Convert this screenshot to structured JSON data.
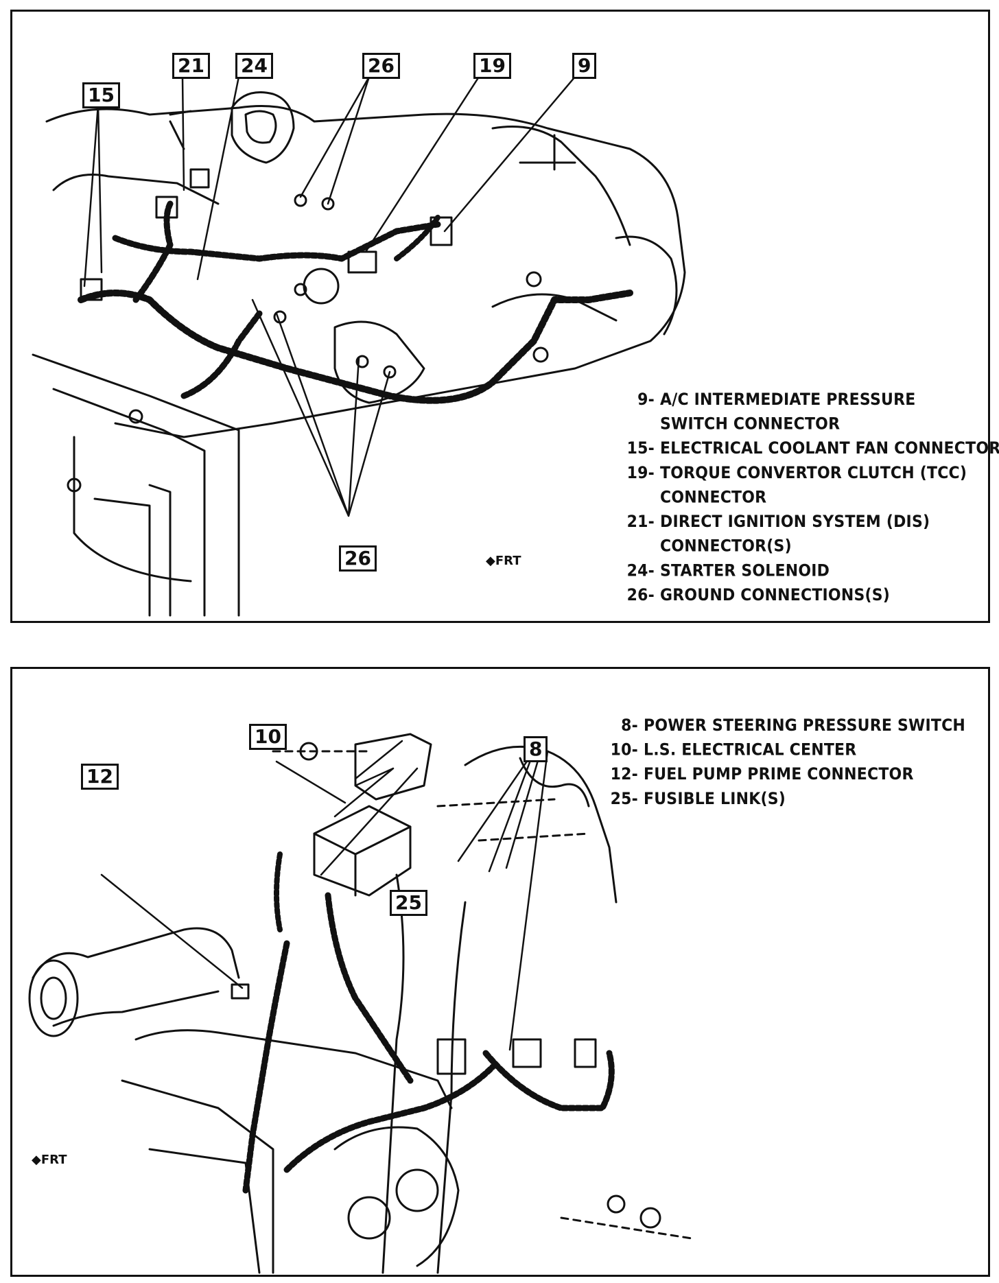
{
  "top": {
    "callouts": {
      "c15": "15",
      "c21": "21",
      "c24": "24",
      "c26a": "26",
      "c19": "19",
      "c9": "9",
      "c26b": "26"
    },
    "legend": [
      {
        "num": "9-",
        "text": "A/C INTERMEDIATE PRESSURE",
        "cont": "SWITCH CONNECTOR"
      },
      {
        "num": "15-",
        "text": "ELECTRICAL COOLANT FAN CONNECTOR"
      },
      {
        "num": "19-",
        "text": "TORQUE CONVERTOR CLUTCH (TCC)",
        "cont": "CONNECTOR"
      },
      {
        "num": "21-",
        "text": "DIRECT IGNITION SYSTEM (DIS)",
        "cont": "CONNECTOR(S)"
      },
      {
        "num": "24-",
        "text": "STARTER SOLENOID"
      },
      {
        "num": "26-",
        "text": "GROUND CONNECTIONS(S)"
      }
    ],
    "frt": "FRT"
  },
  "bottom": {
    "callouts": {
      "c10": "10",
      "c12": "12",
      "c25": "25",
      "c8": "8"
    },
    "legend": [
      {
        "num": "8-",
        "text": "POWER STEERING PRESSURE SWITCH"
      },
      {
        "num": "10-",
        "text": "L.S. ELECTRICAL CENTER"
      },
      {
        "num": "12-",
        "text": "FUEL PUMP PRIME CONNECTOR"
      },
      {
        "num": "25-",
        "text": "FUSIBLE LINK(S)"
      }
    ],
    "frt": "FRT"
  }
}
